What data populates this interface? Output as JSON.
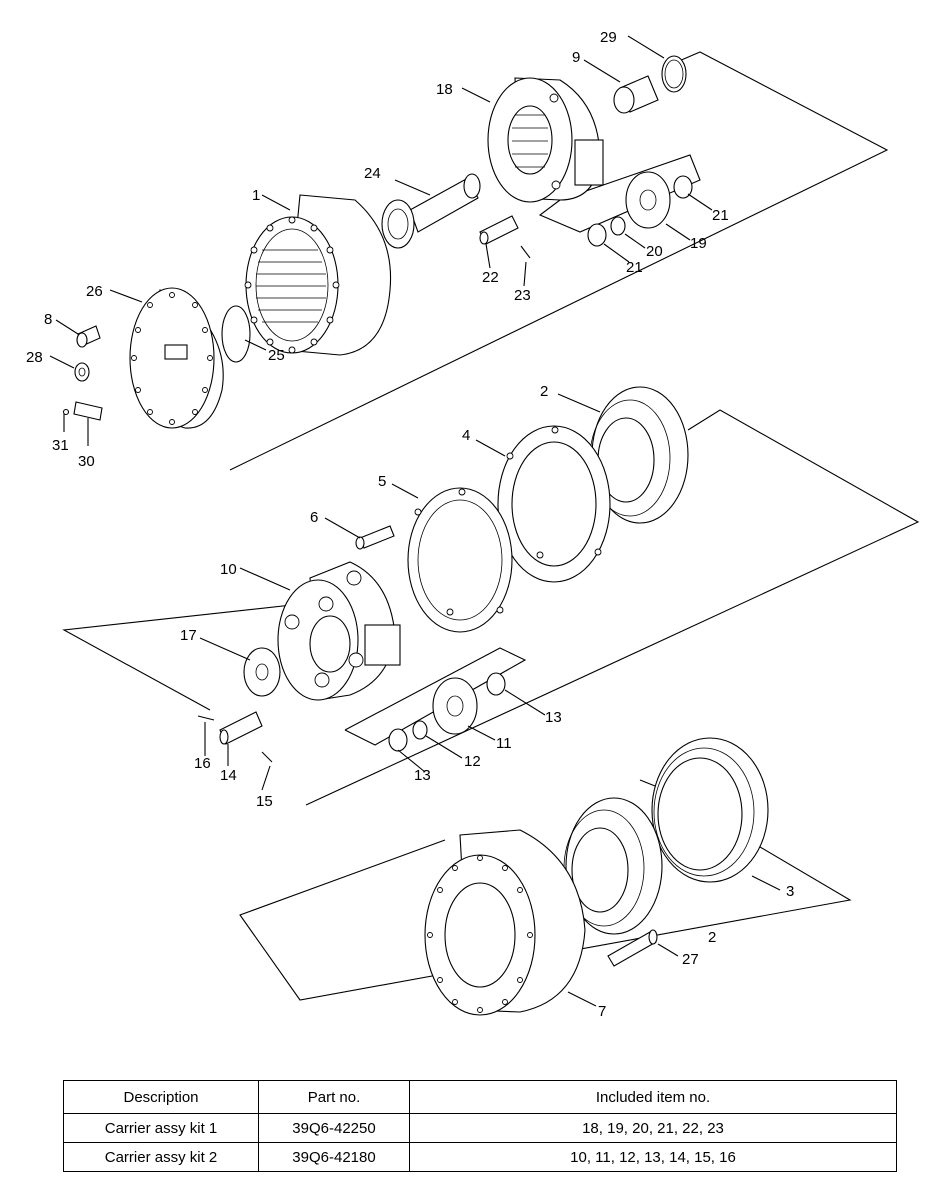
{
  "callouts": [
    "1",
    "2",
    "3",
    "4",
    "5",
    "6",
    "7",
    "8",
    "9",
    "10",
    "11",
    "12",
    "13",
    "14",
    "15",
    "16",
    "17",
    "18",
    "19",
    "20",
    "21",
    "22",
    "23",
    "24",
    "25",
    "26",
    "27",
    "28",
    "29",
    "30",
    "31"
  ],
  "table": {
    "headers": [
      "Description",
      "Part no.",
      "Included item no."
    ],
    "rows": [
      [
        "Carrier assy kit 1",
        "39Q6-42250",
        "18, 19, 20, 21, 22, 23"
      ],
      [
        "Carrier assy kit 2",
        "39Q6-42180",
        "10, 11, 12, 13, 14, 15, 16"
      ]
    ]
  }
}
